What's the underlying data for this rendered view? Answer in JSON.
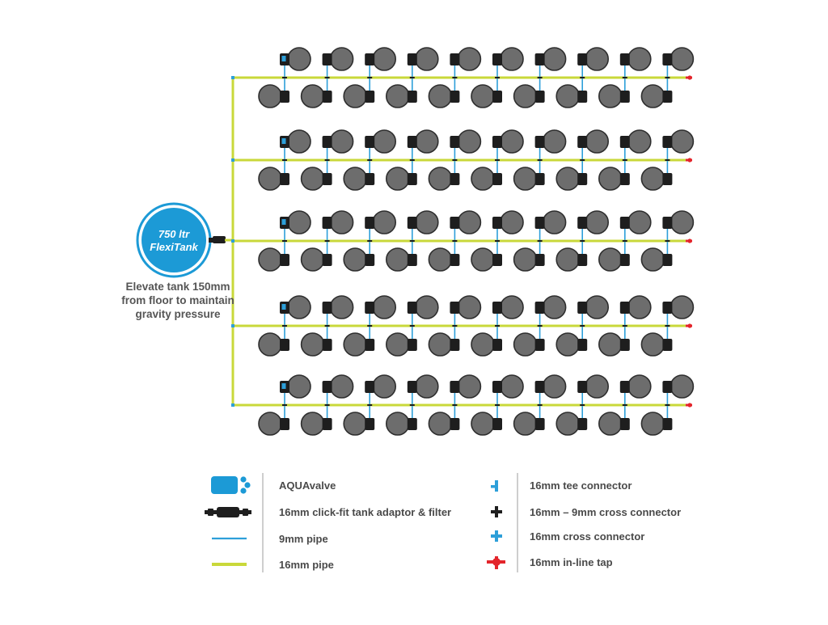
{
  "tank": {
    "label_line1": "750 ltr",
    "label_line2": "FlexiTank",
    "note": "Elevate tank 150mm from floor to maintain gravity pressure"
  },
  "layout_grid": {
    "rows": 5,
    "units_per_side": 10
  },
  "colors": {
    "pipe_16mm": "#c9d83a",
    "pipe_9mm": "#2d9fd9",
    "pot": "#6d6d6d",
    "pot_rim": "#2e2e2e",
    "valve_body": "#1e1e1e",
    "tank": "#1c9ad6",
    "tap": "#e3252b",
    "aquavalve_legend": "#1c9ad6"
  },
  "legend": {
    "left": [
      {
        "icon": "aquavalve-icon",
        "label": "AQUAvalve"
      },
      {
        "icon": "tank-adaptor-filter-icon",
        "label": "16mm click-fit tank adaptor & filter"
      },
      {
        "icon": "pipe-9mm-icon",
        "label": "9mm pipe"
      },
      {
        "icon": "pipe-16mm-icon",
        "label": "16mm pipe"
      }
    ],
    "right": [
      {
        "icon": "tee-connector-icon",
        "label": "16mm tee connector"
      },
      {
        "icon": "cross-connector-16-9-icon",
        "label": "16mm – 9mm cross connector"
      },
      {
        "icon": "cross-connector-16-icon",
        "label": "16mm cross connector"
      },
      {
        "icon": "inline-tap-icon",
        "label": "16mm in-line tap"
      }
    ]
  }
}
